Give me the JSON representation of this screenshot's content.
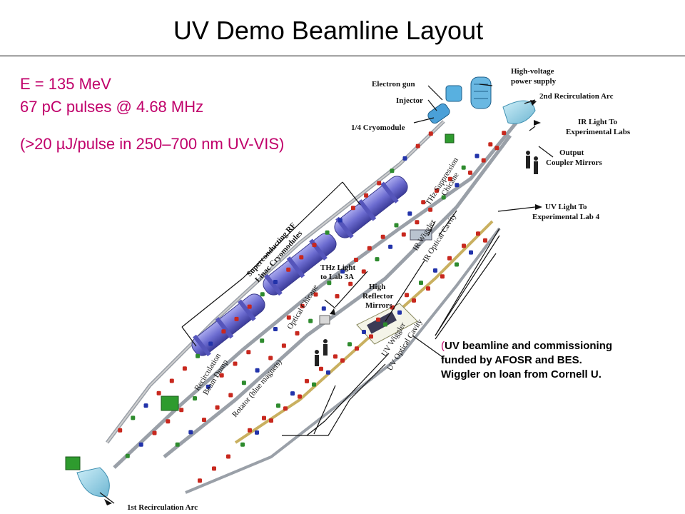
{
  "title": "UV Demo Beamline Layout",
  "params": {
    "energy": "E = 135 MeV",
    "pulses": "67 pC pulses @ 4.68 MHz",
    "uv_output": "(>20 µJ/pulse in 250–700 nm UV-VIS)"
  },
  "credit": {
    "open_paren": "(",
    "line1": "UV beamline and commissioning",
    "line2": "funded by AFOSR and BES.",
    "line3": "Wiggler on loan from Cornell U."
  },
  "labels": {
    "electron_gun": "Electron gun",
    "injector": "Injector",
    "cryomodule_quarter": "1/4 Cryomodule",
    "hv_supply_1": "High-voltage",
    "hv_supply_2": "power supply",
    "second_arc": "2nd Recirculation Arc",
    "ir_light_1": "IR Light To",
    "ir_light_2": "Experimental Labs",
    "output_coupler_1": "Output",
    "output_coupler_2": "Coupler Mirrors",
    "uv_light_1": "UV Light To",
    "uv_light_2": "Experimental Lab 4",
    "srf_1": "Superconducting RF",
    "srf_2": "Linac Cryomodules",
    "thz_chicane_1": "THz Suppression",
    "thz_chicane_2": "Chicane",
    "ir_wiggler": "IR Wiggler",
    "ir_cavity": "IR Optical Cavity",
    "thz_light_1": "THz Light",
    "thz_light_2": "to Lab 3A",
    "hr_mirrors_1": "High",
    "hr_mirrors_2": "Reflector",
    "hr_mirrors_3": "Mirrors",
    "optical_chicane": "Optical Chicane",
    "uv_wiggler": "UV Wiggler",
    "uv_cavity": "UV Optical Cavity",
    "recirc_dump_1": "Recirculation",
    "recirc_dump_2": "Beam Dump",
    "rotator": "Rotator (blue magnets)",
    "first_arc": "1st Recirculation Arc"
  },
  "colors": {
    "accent": "#c0006a",
    "cryomodule": "#7b7bd6",
    "magnet_red": "#c8281e",
    "magnet_blue": "#2233aa",
    "magnet_green": "#2e8b2e",
    "arc": "#8fd0e6"
  }
}
